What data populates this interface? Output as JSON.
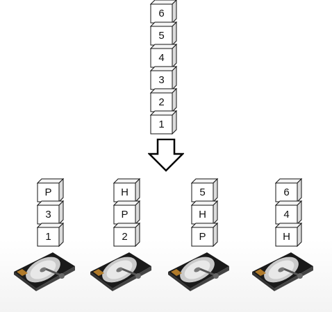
{
  "stripe": {
    "blocks": [
      "6",
      "5",
      "4",
      "3",
      "2",
      "1"
    ]
  },
  "disks": [
    {
      "blocks": [
        "P",
        "3",
        "1"
      ]
    },
    {
      "blocks": [
        "H",
        "P",
        "2"
      ]
    },
    {
      "blocks": [
        "5",
        "H",
        "P"
      ]
    },
    {
      "blocks": [
        "6",
        "4",
        "H"
      ]
    }
  ]
}
